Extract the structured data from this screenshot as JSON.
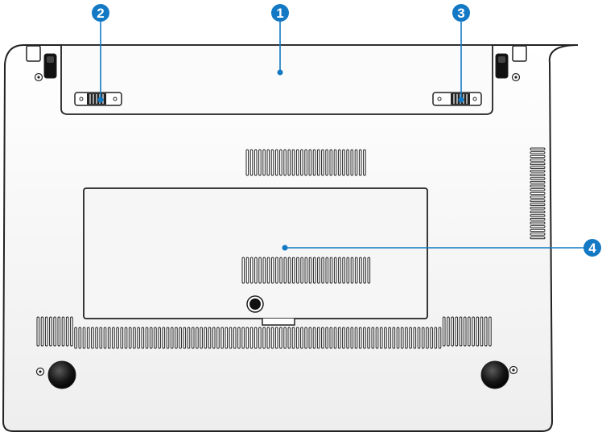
{
  "figure": {
    "subject": "laptop-underside",
    "colors": {
      "accent": "#1479c4",
      "outline": "#222222",
      "body_fill": "#f7f7f7",
      "panel_fill": "#f3f3f3",
      "vent": "#222222",
      "foot": "#111111"
    }
  },
  "callouts": [
    {
      "number": "1",
      "target": "battery-pack"
    },
    {
      "number": "2",
      "target": "battery-lock-spring"
    },
    {
      "number": "3",
      "target": "battery-lock-manual"
    },
    {
      "number": "4",
      "target": "memory-compartment"
    }
  ]
}
